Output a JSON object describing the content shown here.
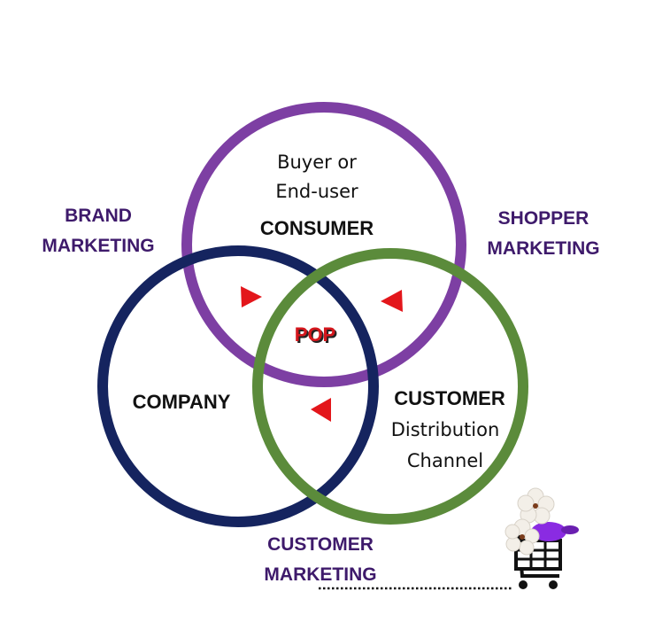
{
  "colors": {
    "consumer_circle": "#7d3fa3",
    "company_circle": "#15245f",
    "customer_circle": "#5b8b3b",
    "marketing_label": "#3e1a6b",
    "pop": "#d4161b",
    "arrow": "#e3161b"
  },
  "circles": {
    "consumer": {
      "title": "CONSUMER",
      "subtitle_line1": "Buyer or",
      "subtitle_line2": "End-user"
    },
    "company": {
      "title": "COMPANY"
    },
    "customer": {
      "title": "CUSTOMER",
      "subtitle_line1": "Distribution",
      "subtitle_line2": "Channel"
    }
  },
  "center_label": "POP",
  "marketing_labels": {
    "brand": [
      "BRAND",
      "MARKETING"
    ],
    "shopper": [
      "SHOPPER",
      "MARKETING"
    ],
    "customer": [
      "CUSTOMER",
      "MARKETING"
    ]
  },
  "icons": [
    "shopping-cart-with-flowers-icon",
    "arrow-right-icon",
    "arrow-left-icon"
  ]
}
